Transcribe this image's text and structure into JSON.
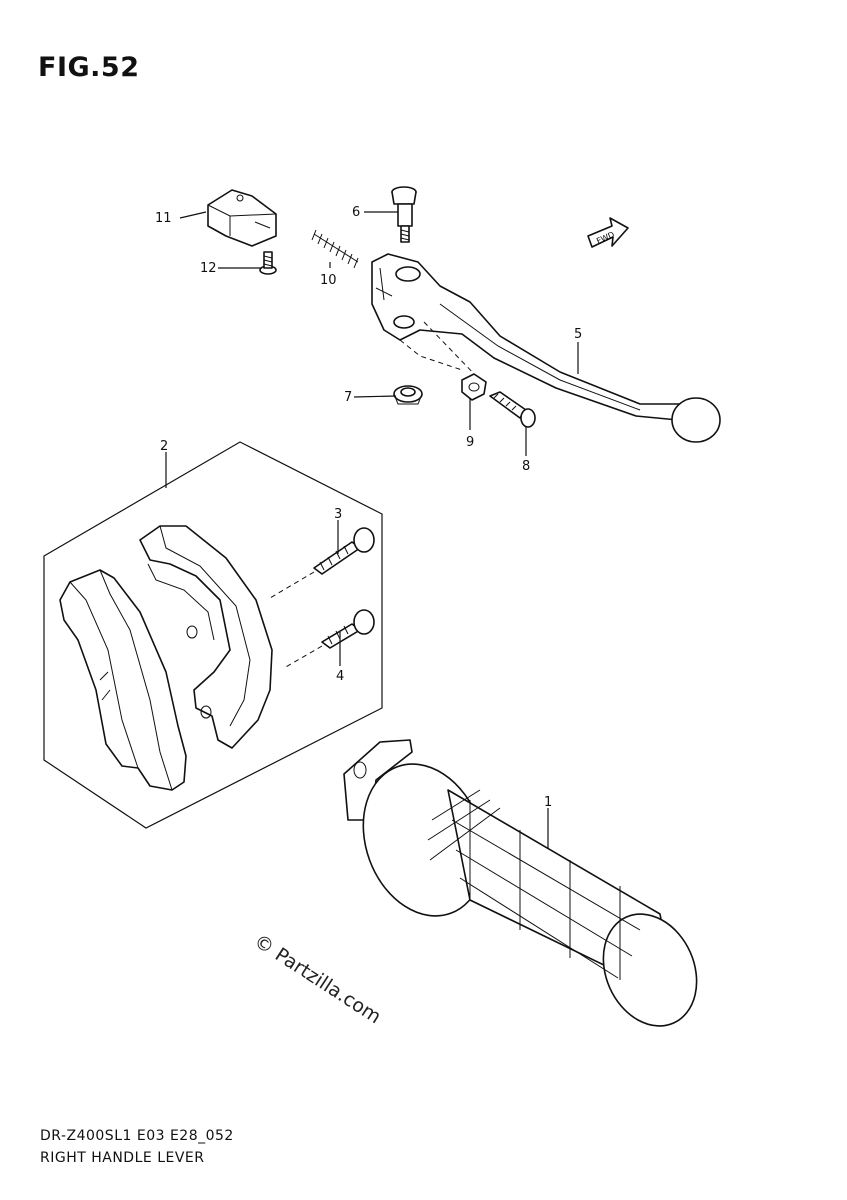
{
  "figure": {
    "title": "FIG.52",
    "fwd_label": "FWD",
    "watermark": "© Partzilla.com",
    "model_code": "DR-Z400SL1 E03 E28_052",
    "diagram_name": "RIGHT HANDLE LEVER"
  },
  "callouts": [
    {
      "id": "1",
      "part": "grip"
    },
    {
      "id": "2",
      "part": "holder-set"
    },
    {
      "id": "3",
      "part": "bolt"
    },
    {
      "id": "4",
      "part": "bolt"
    },
    {
      "id": "5",
      "part": "lever"
    },
    {
      "id": "6",
      "part": "pivot-bolt"
    },
    {
      "id": "7",
      "part": "rubber-cap"
    },
    {
      "id": "8",
      "part": "adjuster-bolt"
    },
    {
      "id": "9",
      "part": "nut"
    },
    {
      "id": "10",
      "part": "spring"
    },
    {
      "id": "11",
      "part": "switch"
    },
    {
      "id": "12",
      "part": "screw"
    }
  ]
}
